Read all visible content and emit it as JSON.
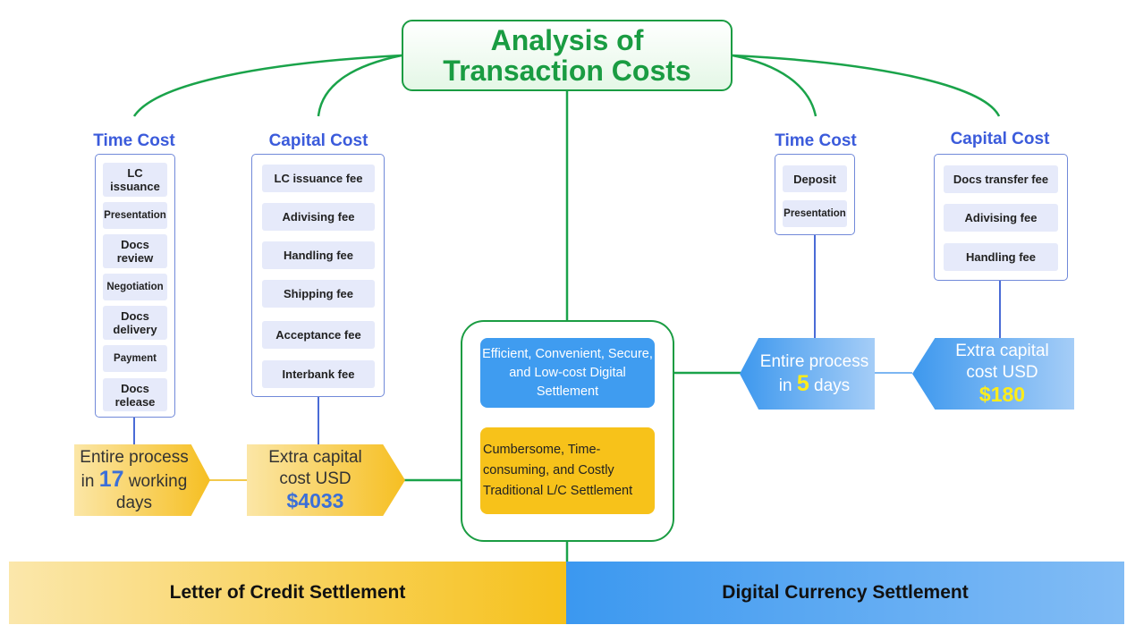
{
  "title": {
    "line1": "Analysis of",
    "line2": "Transaction Costs"
  },
  "lc": {
    "time_cost": {
      "heading": "Time Cost",
      "items": [
        "LC issuance",
        "Presentation",
        "Docs review",
        "Negotiation",
        "Docs delivery",
        "Payment",
        "Docs release"
      ],
      "summary": {
        "before": "Entire process",
        "in": "in",
        "number": "17",
        "after": "working",
        "last": "days"
      }
    },
    "capital_cost": {
      "heading": "Capital Cost",
      "items": [
        "LC   issuance fee",
        "Adivising fee",
        "Handling fee",
        "Shipping fee",
        "Acceptance fee",
        "Interbank fee"
      ],
      "summary": {
        "line1": "Extra capital",
        "line2": "cost USD",
        "amount": "$4033"
      }
    }
  },
  "digital": {
    "time_cost": {
      "heading": "Time Cost",
      "items": [
        "Deposit",
        "Presentation"
      ],
      "summary": {
        "before": "Entire process",
        "in": "in",
        "number": "5",
        "after": "days"
      }
    },
    "capital_cost": {
      "heading": "Capital Cost",
      "items": [
        "Docs transfer fee",
        "Adivising fee",
        "Handling fee"
      ],
      "summary": {
        "line1": "Extra capital",
        "line2": "cost USD",
        "amount": "$180"
      }
    }
  },
  "center": {
    "digital_text": "Efficient, Convenient, Secure, and Low-cost Digital Settlement",
    "traditional_text": "Cumbersome, Time-consuming, and Costly Traditional L/C Settlement"
  },
  "bottom": {
    "left": "Letter of Credit Settlement",
    "right": "Digital Currency Settlement"
  },
  "colors": {
    "green": "#1a9c42",
    "heading_blue": "#3b5bdb",
    "gold": "#f6bf22",
    "blue": "#3d98ee"
  }
}
